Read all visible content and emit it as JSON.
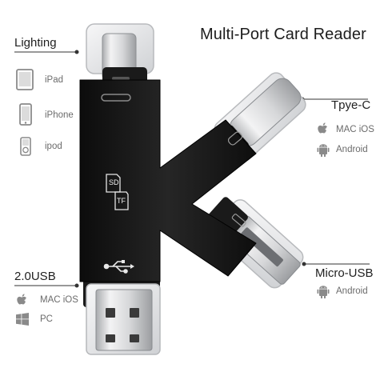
{
  "title": "Multi-Port Card Reader",
  "ports": {
    "lightning": {
      "name": "Lighting",
      "devices": [
        {
          "label": "iPad",
          "icon": "ipad-icon"
        },
        {
          "label": "iPhone",
          "icon": "iphone-icon"
        },
        {
          "label": "ipod",
          "icon": "ipod-icon"
        }
      ]
    },
    "type_c": {
      "name": "Tpye-C",
      "systems": [
        {
          "label": "MAC iOS",
          "icon": "apple-icon"
        },
        {
          "label": "Android",
          "icon": "android-icon"
        }
      ]
    },
    "usb": {
      "name": "2.0USB",
      "systems": [
        {
          "label": "MAC iOS",
          "icon": "apple-icon"
        },
        {
          "label": "PC",
          "icon": "windows-icon"
        }
      ]
    },
    "micro_usb": {
      "name": "Micro-USB",
      "systems": [
        {
          "label": "Android",
          "icon": "android-icon"
        }
      ]
    }
  },
  "card_slots": [
    "SD",
    "TF"
  ],
  "colors": {
    "body": "#161616",
    "metal": "#d9dadc",
    "text": "#222222",
    "muted": "#6b6b6b"
  }
}
